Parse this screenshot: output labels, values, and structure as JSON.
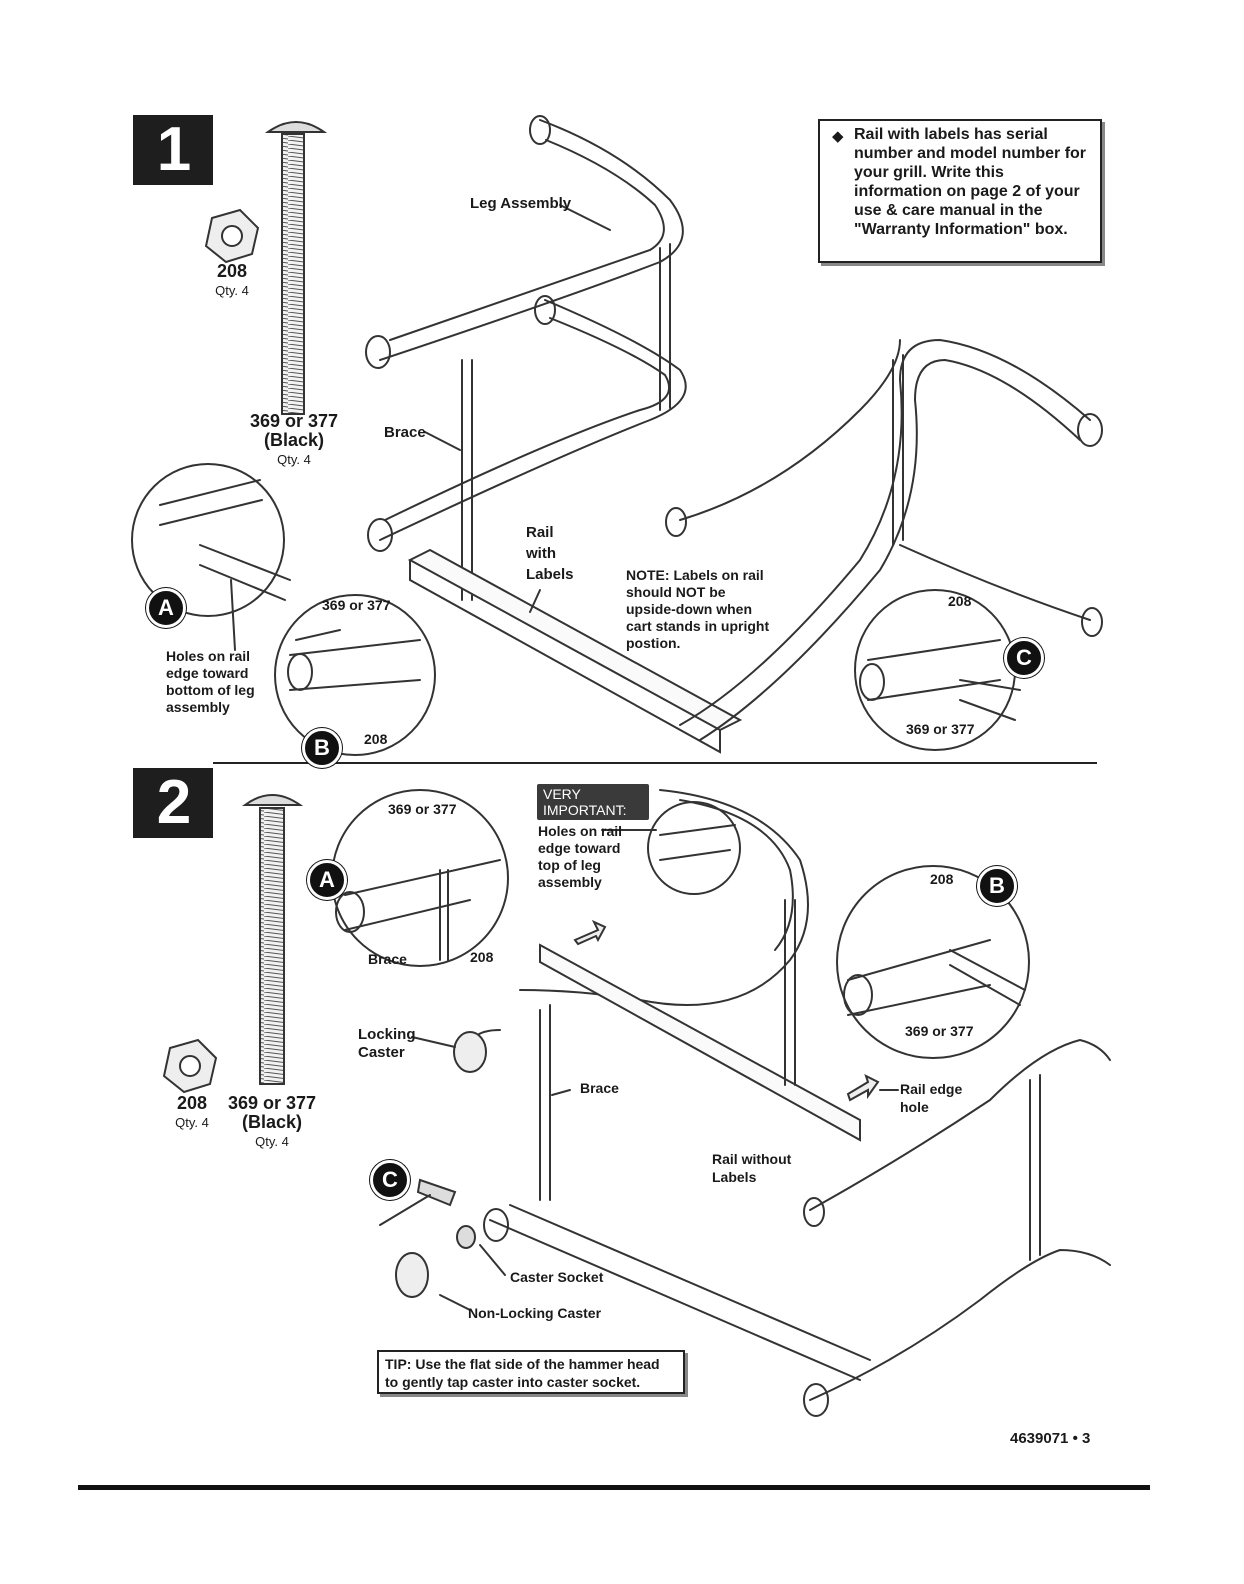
{
  "step1": {
    "number": "1",
    "nut_part": "208",
    "nut_qty": "Qty. 4",
    "bolt_part": "369 or 377",
    "bolt_color": "(Black)",
    "bolt_qty": "Qty. 4",
    "labels": {
      "leg_assembly": "Leg Assembly",
      "brace": "Brace",
      "rail_with_labels": "Rail\nwith\nLabels",
      "note": "NOTE: Labels on rail\nshould NOT be\nupside-down when\ncart stands in upright\npostion.",
      "holes": "Holes on rail\nedge toward\nbottom of leg\nassembly",
      "b_bolt": "369 or 377",
      "b_nut": "208",
      "c_nut": "208",
      "c_bolt": "369 or 377"
    },
    "callouts": {
      "a": "A",
      "b": "B",
      "c": "C"
    },
    "info_box": {
      "bullet": "◆",
      "text": "Rail with labels has serial number and model number for your grill. Write this information on page 2 of your use & care manual in the \"Warranty Information\" box."
    }
  },
  "step2": {
    "number": "2",
    "nut_part": "208",
    "nut_qty": "Qty. 4",
    "bolt_part": "369 or 377",
    "bolt_color": "(Black)",
    "bolt_qty": "Qty. 4",
    "very_important": "VERY\nIMPORTANT:",
    "labels": {
      "a_bolt": "369 or 377",
      "a_brace": "Brace",
      "a_nut": "208",
      "holes": "Holes on rail\nedge toward\ntop of leg\nassembly",
      "b_nut": "208",
      "b_bolt": "369 or 377",
      "locking_caster": "Locking\nCaster",
      "brace": "Brace",
      "rail_edge_hole": "Rail edge\nhole",
      "rail_without_labels": "Rail without\nLabels",
      "caster_socket": "Caster Socket",
      "non_locking_caster": "Non-Locking Caster"
    },
    "callouts": {
      "a": "A",
      "b": "B",
      "c": "C"
    },
    "tip": "TIP: Use the flat side of the hammer head\nto gently tap caster into caster socket."
  },
  "footer": {
    "page": "4639071 • 3"
  }
}
